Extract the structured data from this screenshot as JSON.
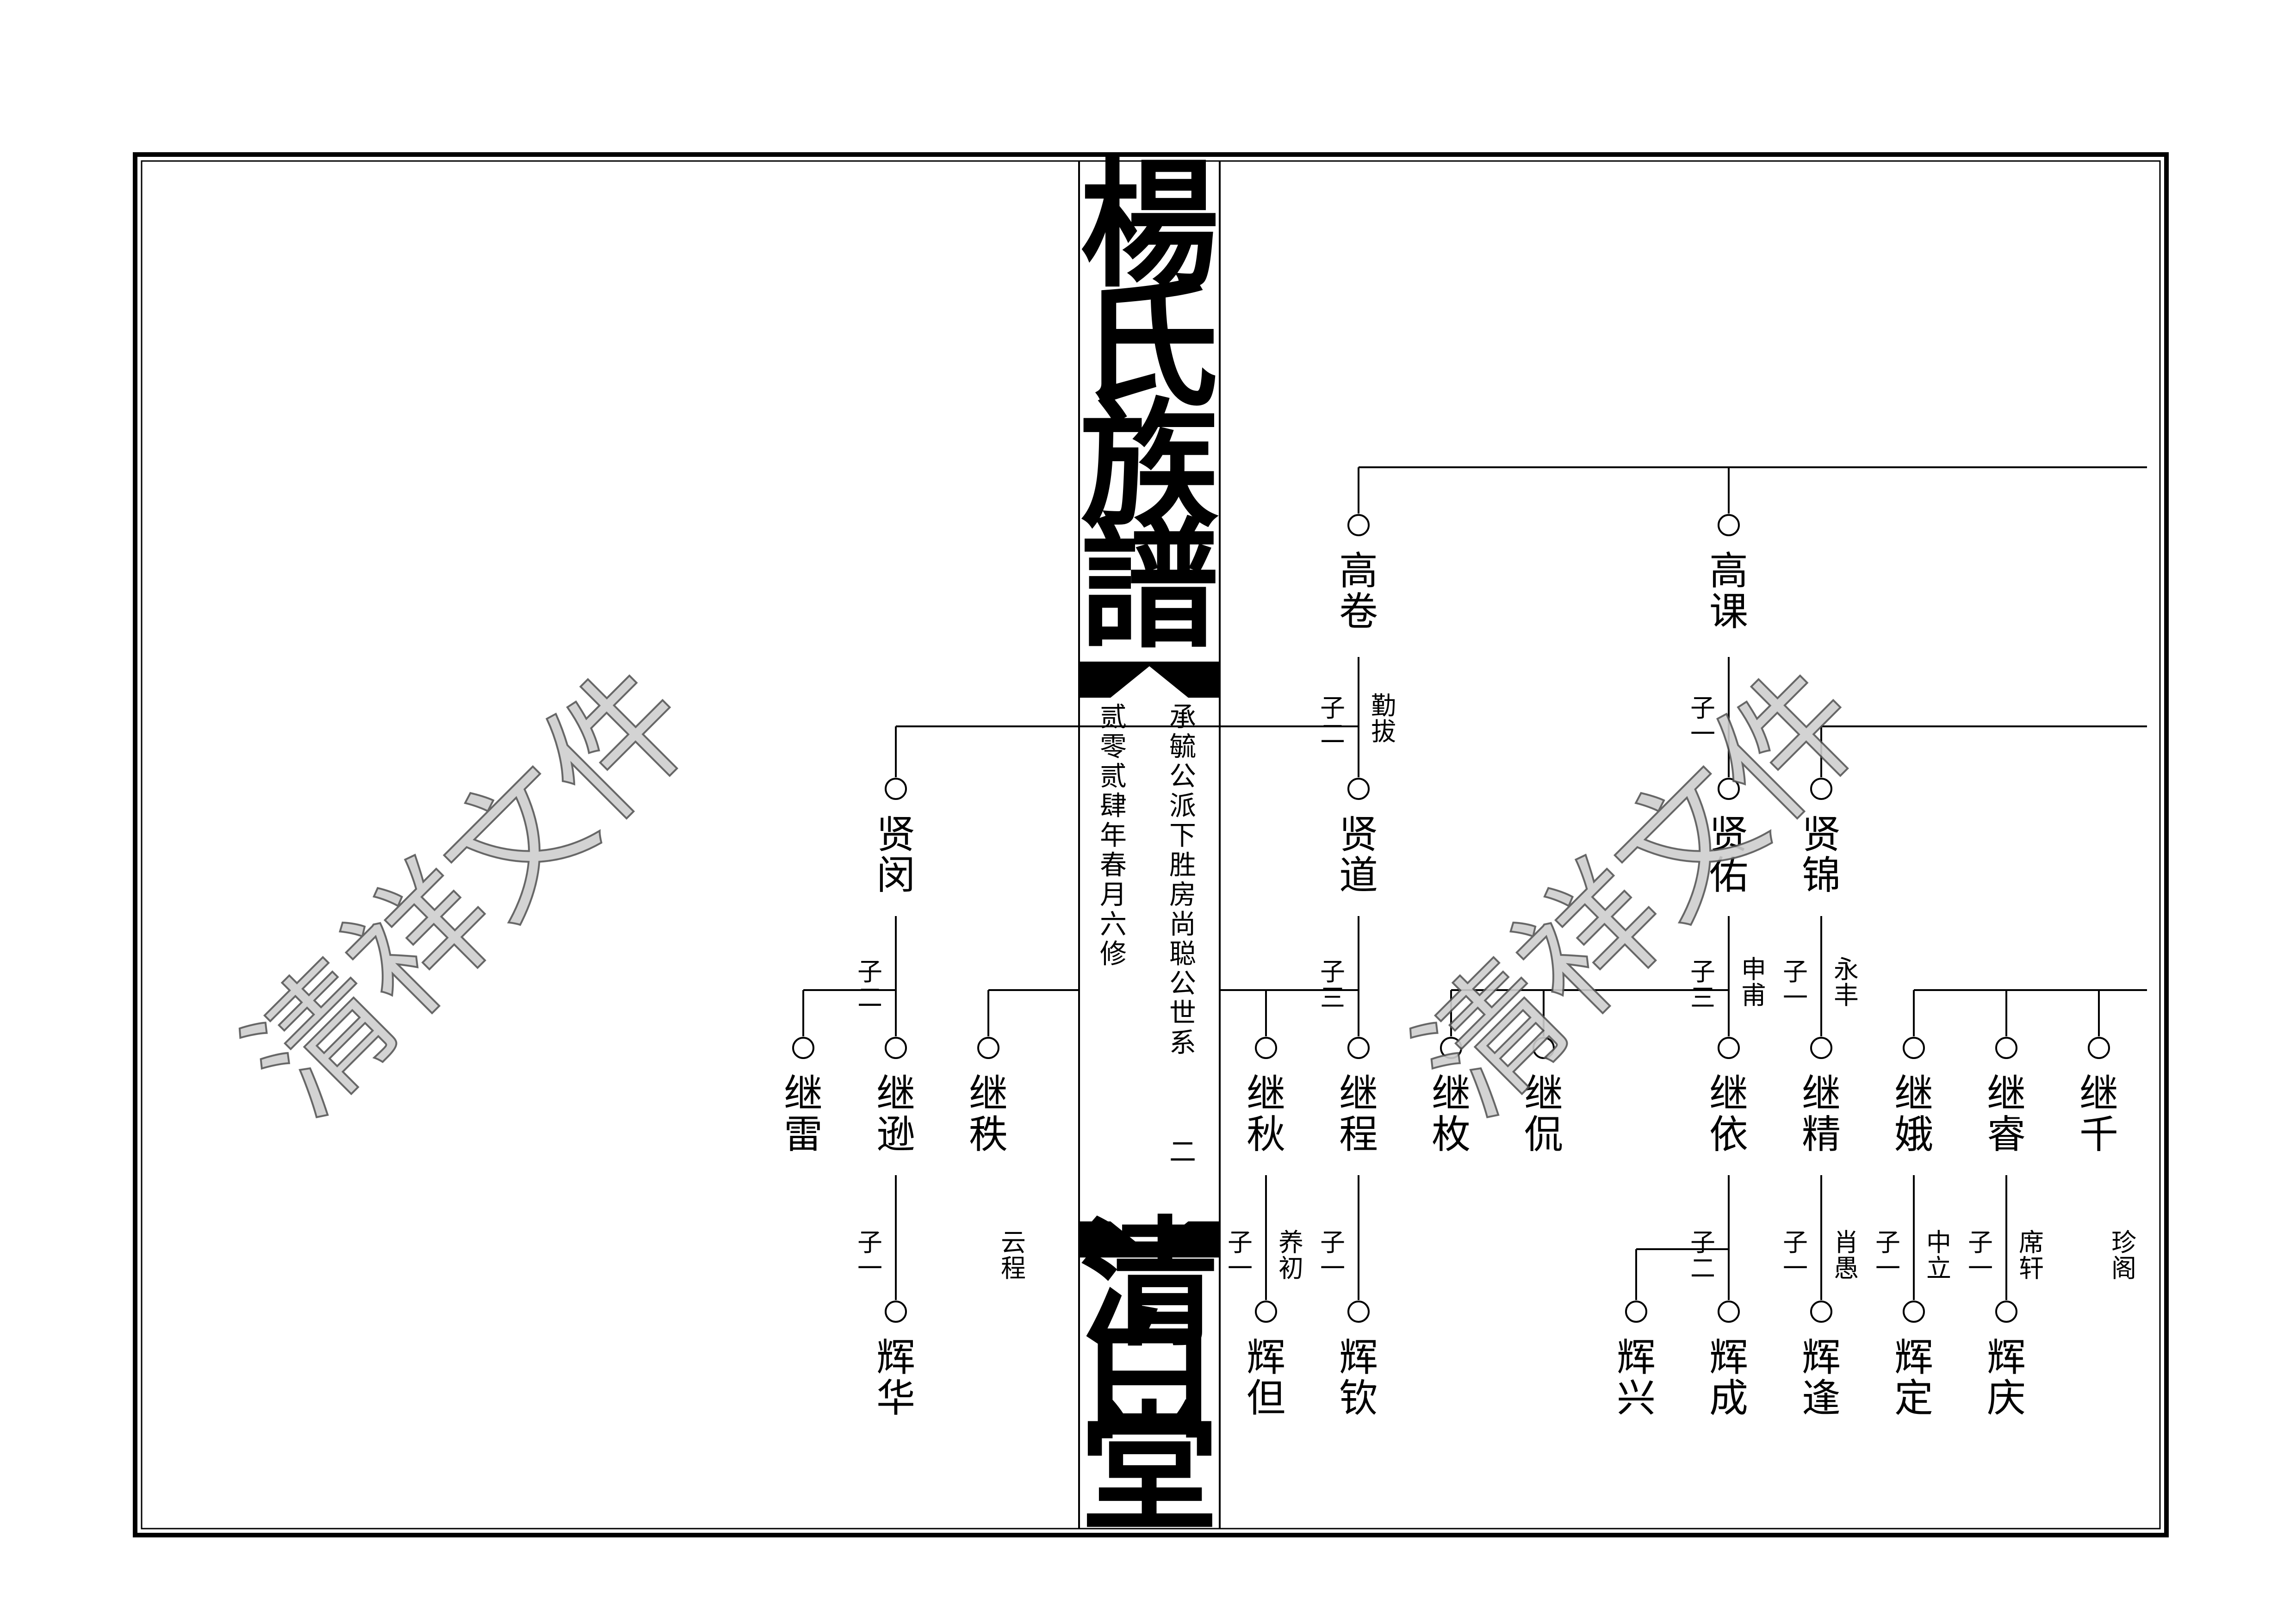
{
  "spine": {
    "title_top": "楊氏族譜",
    "title_bottom": "清白堂",
    "branch": "承毓公派下胜房尚聪公世系",
    "page_no": "二",
    "date": "贰零贰肆年春月六修"
  },
  "watermarks": [
    "清祥文件",
    "清祥文件"
  ],
  "tree": {
    "gen1": [
      {
        "name": "高卷",
        "note": "勤拔",
        "sons": "子二"
      },
      {
        "name": "高课",
        "sons": "子一"
      }
    ],
    "gen2": [
      {
        "name": "贤闵",
        "sons": "子二"
      },
      {
        "name": "贤道",
        "sons": "子三"
      },
      {
        "name": "贤佑",
        "note": "申甫",
        "sons": "子三"
      },
      {
        "name": "贤锦",
        "note": "永丰",
        "sons": "子一"
      }
    ],
    "gen3": [
      {
        "name": "继雷"
      },
      {
        "name": "继逊",
        "sons": "子一"
      },
      {
        "name": "继秩",
        "note": "云程"
      },
      {
        "name": "继秋",
        "note": "养初",
        "sons": "子一"
      },
      {
        "name": "继程",
        "sons": "子一"
      },
      {
        "name": "继枚"
      },
      {
        "name": "继侃"
      },
      {
        "name": "继依",
        "sons": "子二"
      },
      {
        "name": "继精",
        "note": "肖愚",
        "sons": "子一"
      },
      {
        "name": "继娥",
        "note": "中立",
        "sons": "子一"
      },
      {
        "name": "继睿",
        "note": "席轩",
        "sons": "子一"
      },
      {
        "name": "继千",
        "note": "珍阁"
      }
    ],
    "gen4": [
      {
        "name": "辉华"
      },
      {
        "name": "辉但"
      },
      {
        "name": "辉钦"
      },
      {
        "name": "辉兴"
      },
      {
        "name": "辉成"
      },
      {
        "name": "辉逢"
      },
      {
        "name": "辉定"
      },
      {
        "name": "辉庆"
      }
    ]
  }
}
